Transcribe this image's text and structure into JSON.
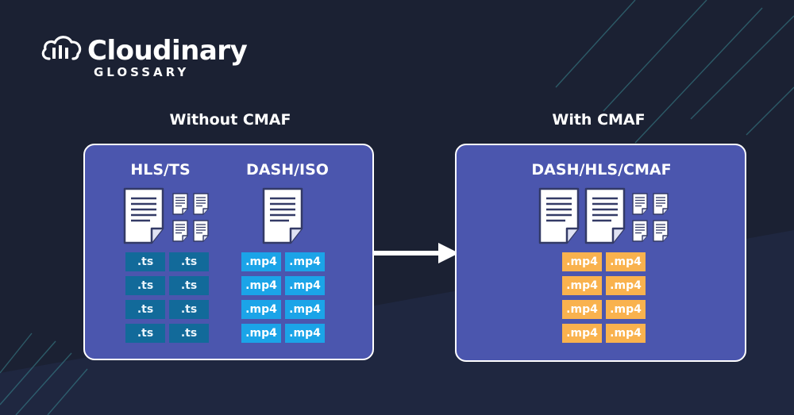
{
  "brand": {
    "name": "Cloudinary",
    "subtitle": "GLOSSARY"
  },
  "left": {
    "heading": "Without CMAF",
    "columns": [
      {
        "title": "HLS/TS",
        "chips": [
          ".ts",
          ".ts",
          ".ts",
          ".ts",
          ".ts",
          ".ts",
          ".ts",
          ".ts"
        ]
      },
      {
        "title": "DASH/ISO",
        "chips": [
          ".mp4",
          ".mp4",
          ".mp4",
          ".mp4",
          ".mp4",
          ".mp4",
          ".mp4",
          ".mp4"
        ]
      }
    ]
  },
  "right": {
    "heading": "With CMAF",
    "columns": [
      {
        "title": "DASH/HLS/CMAF",
        "chips": [
          ".mp4",
          ".mp4",
          ".mp4",
          ".mp4",
          ".mp4",
          ".mp4",
          ".mp4",
          ".mp4"
        ]
      }
    ]
  },
  "icons": {
    "logo": "cloud-icon",
    "document": "document-icon",
    "arrow": "arrow-right-icon"
  },
  "colors": {
    "background": "#1b2133",
    "panel": "#4b56ae",
    "ts_chip": "#126a9a",
    "mp4_chip_blue": "#1ba4e8",
    "mp4_chip_yellow": "#f9b24e"
  }
}
